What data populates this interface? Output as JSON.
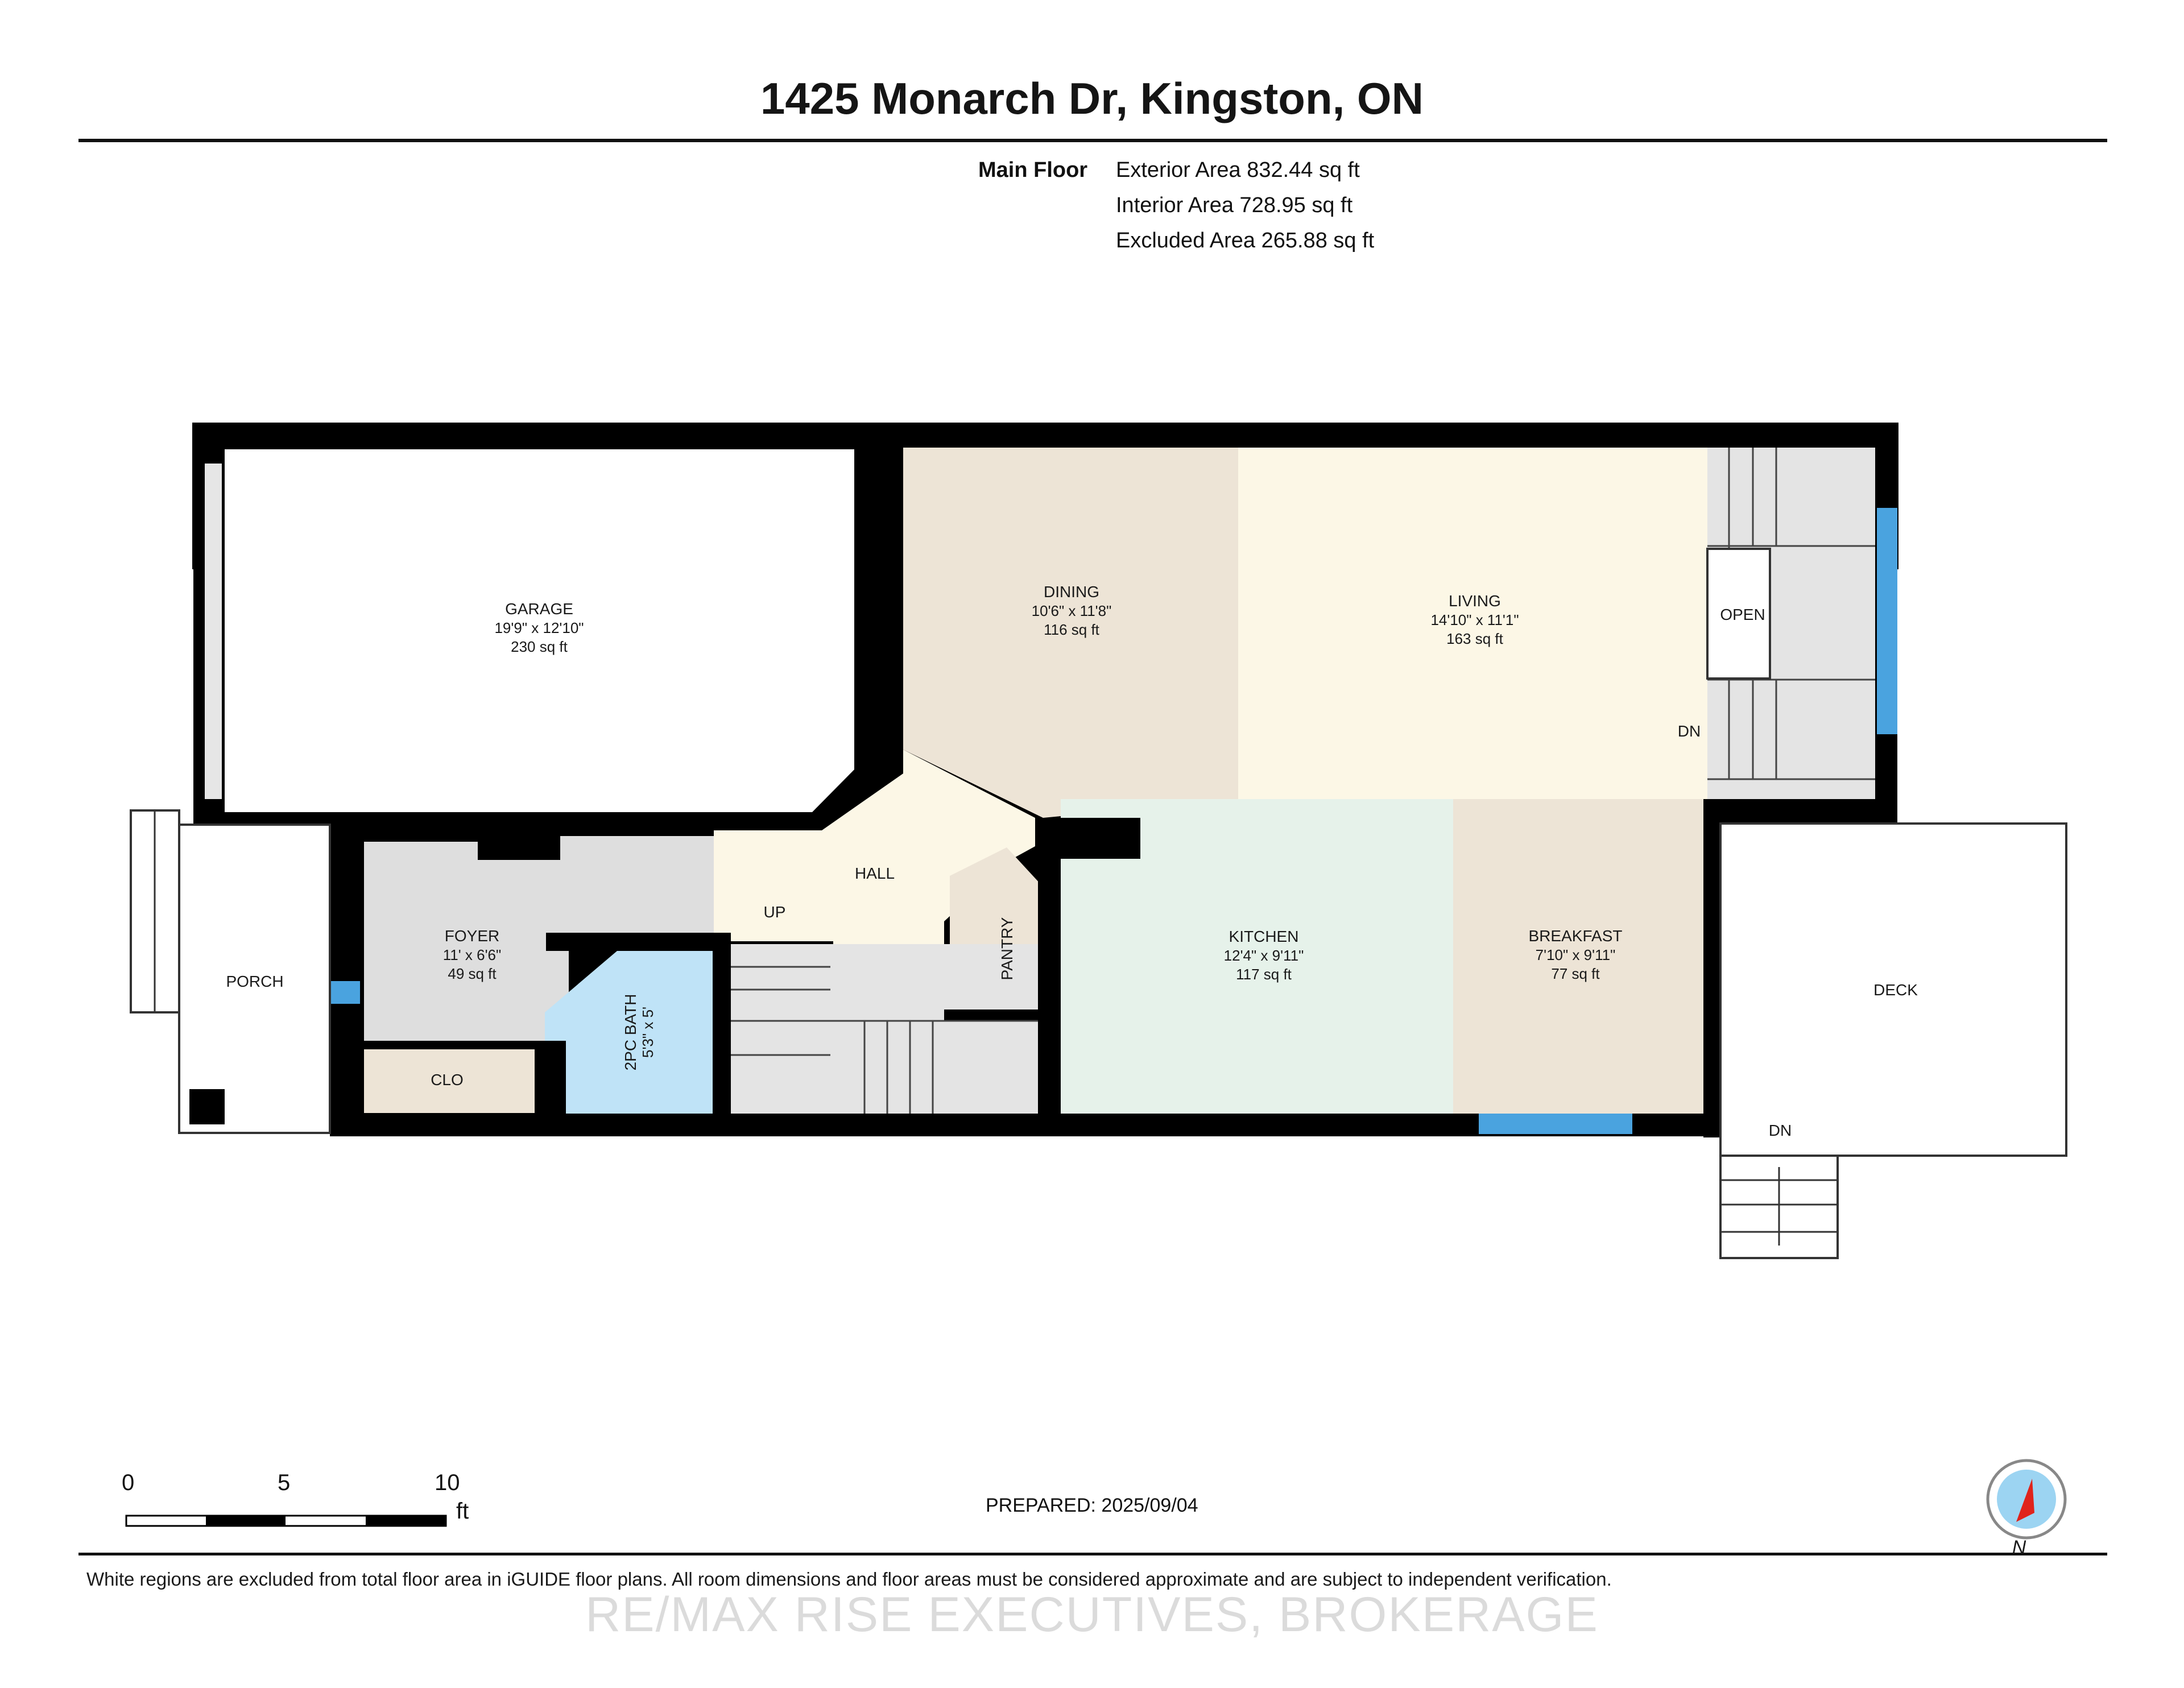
{
  "title": "1425 Monarch Dr, Kingston, ON",
  "summary": {
    "floor": "Main Floor",
    "areas": [
      "Exterior Area 832.44 sq ft",
      "Interior Area 728.95 sq ft",
      "Excluded Area 265.88 sq ft"
    ]
  },
  "rooms": {
    "garage": {
      "name": "GARAGE",
      "dims": "19'9\" x 12'10\"",
      "area": "230 sq ft"
    },
    "dining": {
      "name": "DINING",
      "dims": "10'6\" x 11'8\"",
      "area": "116 sq ft"
    },
    "living": {
      "name": "LIVING",
      "dims": "14'10\" x 11'1\"",
      "area": "163 sq ft"
    },
    "foyer": {
      "name": "FOYER",
      "dims": "11' x 6'6\"",
      "area": "49 sq ft"
    },
    "kitchen": {
      "name": "KITCHEN",
      "dims": "12'4\" x 9'11\"",
      "area": "117 sq ft"
    },
    "breakfast": {
      "name": "BREAKFAST",
      "dims": "7'10\" x 9'11\"",
      "area": "77 sq ft"
    },
    "bath": {
      "name": "2PC BATH",
      "dims": "5'3\" x 5'"
    },
    "hall": {
      "name": "HALL"
    },
    "pantry": {
      "name": "PANTRY"
    },
    "clo": {
      "name": "CLO"
    },
    "porch": {
      "name": "PORCH"
    },
    "deck": {
      "name": "DECK"
    },
    "open": {
      "name": "OPEN"
    }
  },
  "stair_labels": {
    "up": "UP",
    "dn_living": "DN",
    "dn_deck": "DN"
  },
  "scale": {
    "ticks": [
      "0",
      "5",
      "10"
    ],
    "unit": "ft"
  },
  "prepared": "PREPARED: 2025/09/04",
  "compass": {
    "label": "N"
  },
  "footnote": "White regions are excluded from total floor area in iGUIDE floor plans. All room dimensions and floor areas must be considered approximate and are subject to independent verification.",
  "watermark": "RE/MAX RISE EXECUTIVES, BROKERAGE",
  "colors": {
    "dining": "#ede4d6",
    "living": "#fcf7e6",
    "hall": "#fcf7e6",
    "kitchen": "#e6f2ea",
    "breakfast": "#ede4d6",
    "foyer": "#dedede",
    "closet": "#ede4d6",
    "bath": "#bfe3f7",
    "stairs": "#e4e4e4",
    "wall": "#000000",
    "window": "#4aa3df",
    "compass_needle": "#e0231b"
  }
}
